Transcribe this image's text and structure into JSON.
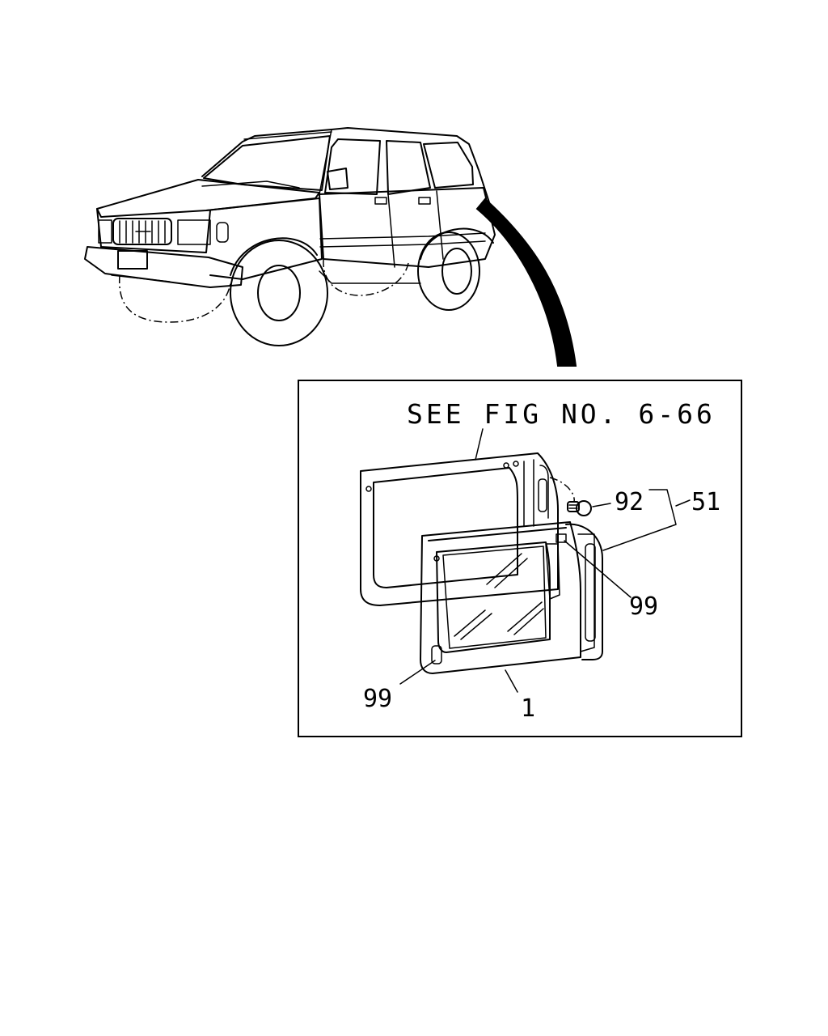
{
  "figure": {
    "see_reference": "SEE FIG NO. 6-66",
    "callouts": {
      "c92": "92",
      "c51": "51",
      "c99_right": "99",
      "c99_left": "99",
      "c1": "1"
    }
  }
}
